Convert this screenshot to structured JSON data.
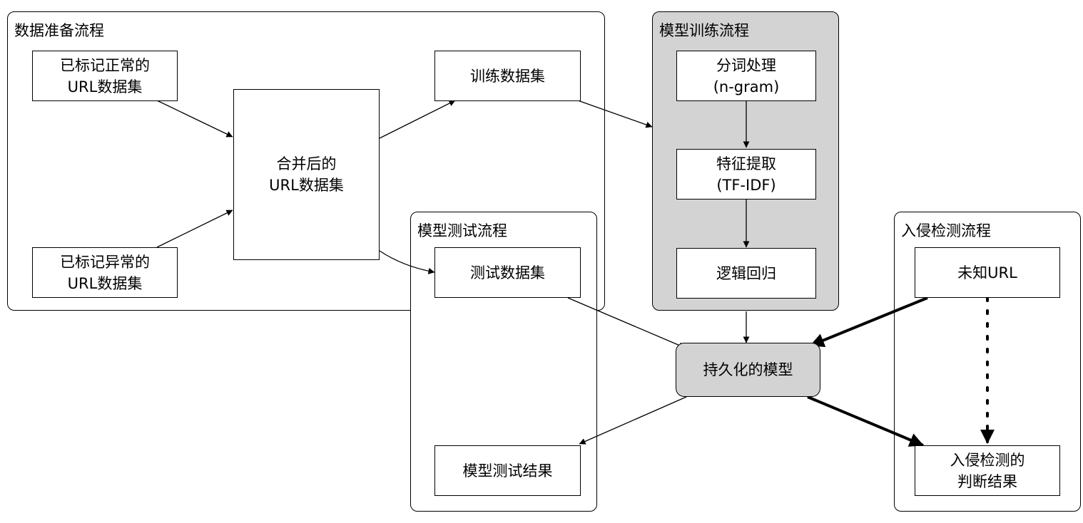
{
  "groups": {
    "data_prep": "数据准备流程",
    "train": "模型训练流程",
    "test": "模型测试流程",
    "intrusion": "入侵检测流程"
  },
  "nodes": {
    "normal_urls": [
      "已标记正常的",
      "URL数据集"
    ],
    "abnormal_urls": [
      "已标记异常的",
      "URL数据集"
    ],
    "merged_urls": [
      "合并后的",
      "URL数据集"
    ],
    "train_set": "训练数据集",
    "test_set": "测试数据集",
    "tokenize": [
      "分词处理",
      "(n-gram)"
    ],
    "features": [
      "特征提取",
      "(TF-IDF)"
    ],
    "logreg": "逻辑回归",
    "model": "持久化的模型",
    "test_result": "模型测试结果",
    "unknown_url": "未知URL",
    "detect_result": [
      "入侵检测的",
      "判断结果"
    ]
  },
  "colors": {
    "shaded": "#d3d3d3",
    "line": "#000000"
  }
}
